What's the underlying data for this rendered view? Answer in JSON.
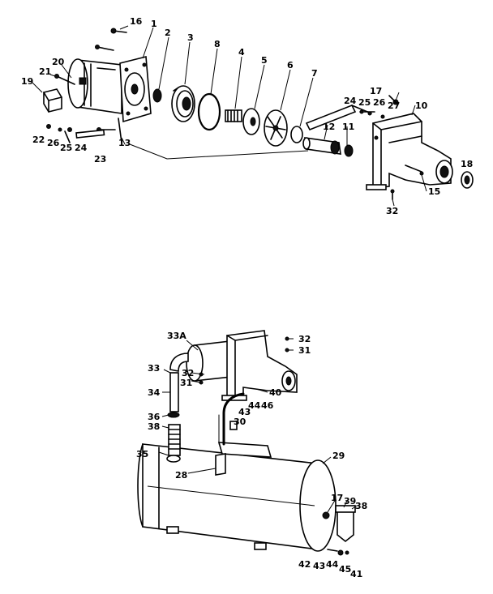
{
  "callouts": [
    {
      "id": "c16a",
      "text": "16"
    },
    {
      "id": "c1",
      "text": "1"
    },
    {
      "id": "c2",
      "text": "2"
    },
    {
      "id": "c3",
      "text": "3"
    },
    {
      "id": "c8",
      "text": "8"
    },
    {
      "id": "c4",
      "text": "4"
    },
    {
      "id": "c5",
      "text": "5"
    },
    {
      "id": "c6",
      "text": "6"
    },
    {
      "id": "c7",
      "text": "7"
    },
    {
      "id": "c21",
      "text": "21"
    },
    {
      "id": "c20",
      "text": "20"
    },
    {
      "id": "c19",
      "text": "19"
    },
    {
      "id": "c22",
      "text": "22"
    },
    {
      "id": "c26a",
      "text": "26"
    },
    {
      "id": "c25a",
      "text": "25"
    },
    {
      "id": "c24a",
      "text": "24"
    },
    {
      "id": "c23",
      "text": "23"
    },
    {
      "id": "c13",
      "text": "13"
    },
    {
      "id": "c17a",
      "text": "17"
    },
    {
      "id": "c24b",
      "text": "24"
    },
    {
      "id": "c25b",
      "text": "25"
    },
    {
      "id": "c26b",
      "text": "26"
    },
    {
      "id": "c27",
      "text": "27"
    },
    {
      "id": "c10",
      "text": "10"
    },
    {
      "id": "c12",
      "text": "12"
    },
    {
      "id": "c11",
      "text": "11"
    },
    {
      "id": "c15",
      "text": "15"
    },
    {
      "id": "c18",
      "text": "18"
    },
    {
      "id": "c32a",
      "text": "32"
    },
    {
      "id": "c33a",
      "text": "33A"
    },
    {
      "id": "c33",
      "text": "33"
    },
    {
      "id": "c34",
      "text": "34"
    },
    {
      "id": "c36",
      "text": "36"
    },
    {
      "id": "c38",
      "text": "38"
    },
    {
      "id": "c35",
      "text": "35"
    },
    {
      "id": "c32b",
      "text": "32"
    },
    {
      "id": "c31a",
      "text": "31"
    },
    {
      "id": "c32c",
      "text": "32"
    },
    {
      "id": "c31b",
      "text": "31"
    },
    {
      "id": "c40",
      "text": "40"
    },
    {
      "id": "c46",
      "text": "46"
    },
    {
      "id": "c44a",
      "text": "44"
    },
    {
      "id": "c43a",
      "text": "43"
    },
    {
      "id": "c30",
      "text": "30"
    },
    {
      "id": "c28",
      "text": "28"
    },
    {
      "id": "c29",
      "text": "29"
    },
    {
      "id": "c17b",
      "text": "17"
    },
    {
      "id": "c39",
      "text": "39"
    },
    {
      "id": "c38b",
      "text": "38"
    },
    {
      "id": "c42",
      "text": "42"
    },
    {
      "id": "c43b",
      "text": "43"
    },
    {
      "id": "c44b",
      "text": "44"
    },
    {
      "id": "c45",
      "text": "45"
    },
    {
      "id": "c41",
      "text": "41"
    }
  ]
}
